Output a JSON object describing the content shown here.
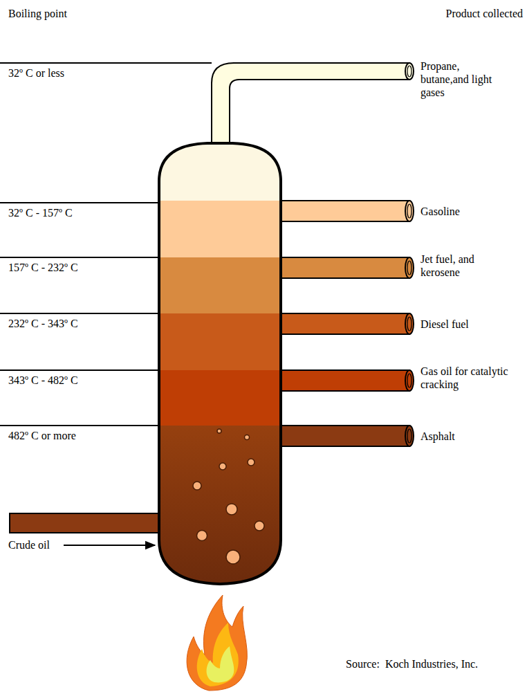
{
  "diagram": {
    "labels": [
      "Boiling point",
      "Product collected",
      "32º C or less",
      "32º C - 157º C",
      "157º C - 232º C",
      "232º C - 343º C",
      "343º C - 482º C",
      "482º C or more",
      "Propane, butane,and light gases",
      "Gasoline",
      "Jet fuel, and kerosene",
      "Diesel fuel",
      "Gas oil for catalytic cracking",
      "Asphalt",
      "Crude oil",
      "Source:  Koch Industries, Inc."
    ]
  }
}
